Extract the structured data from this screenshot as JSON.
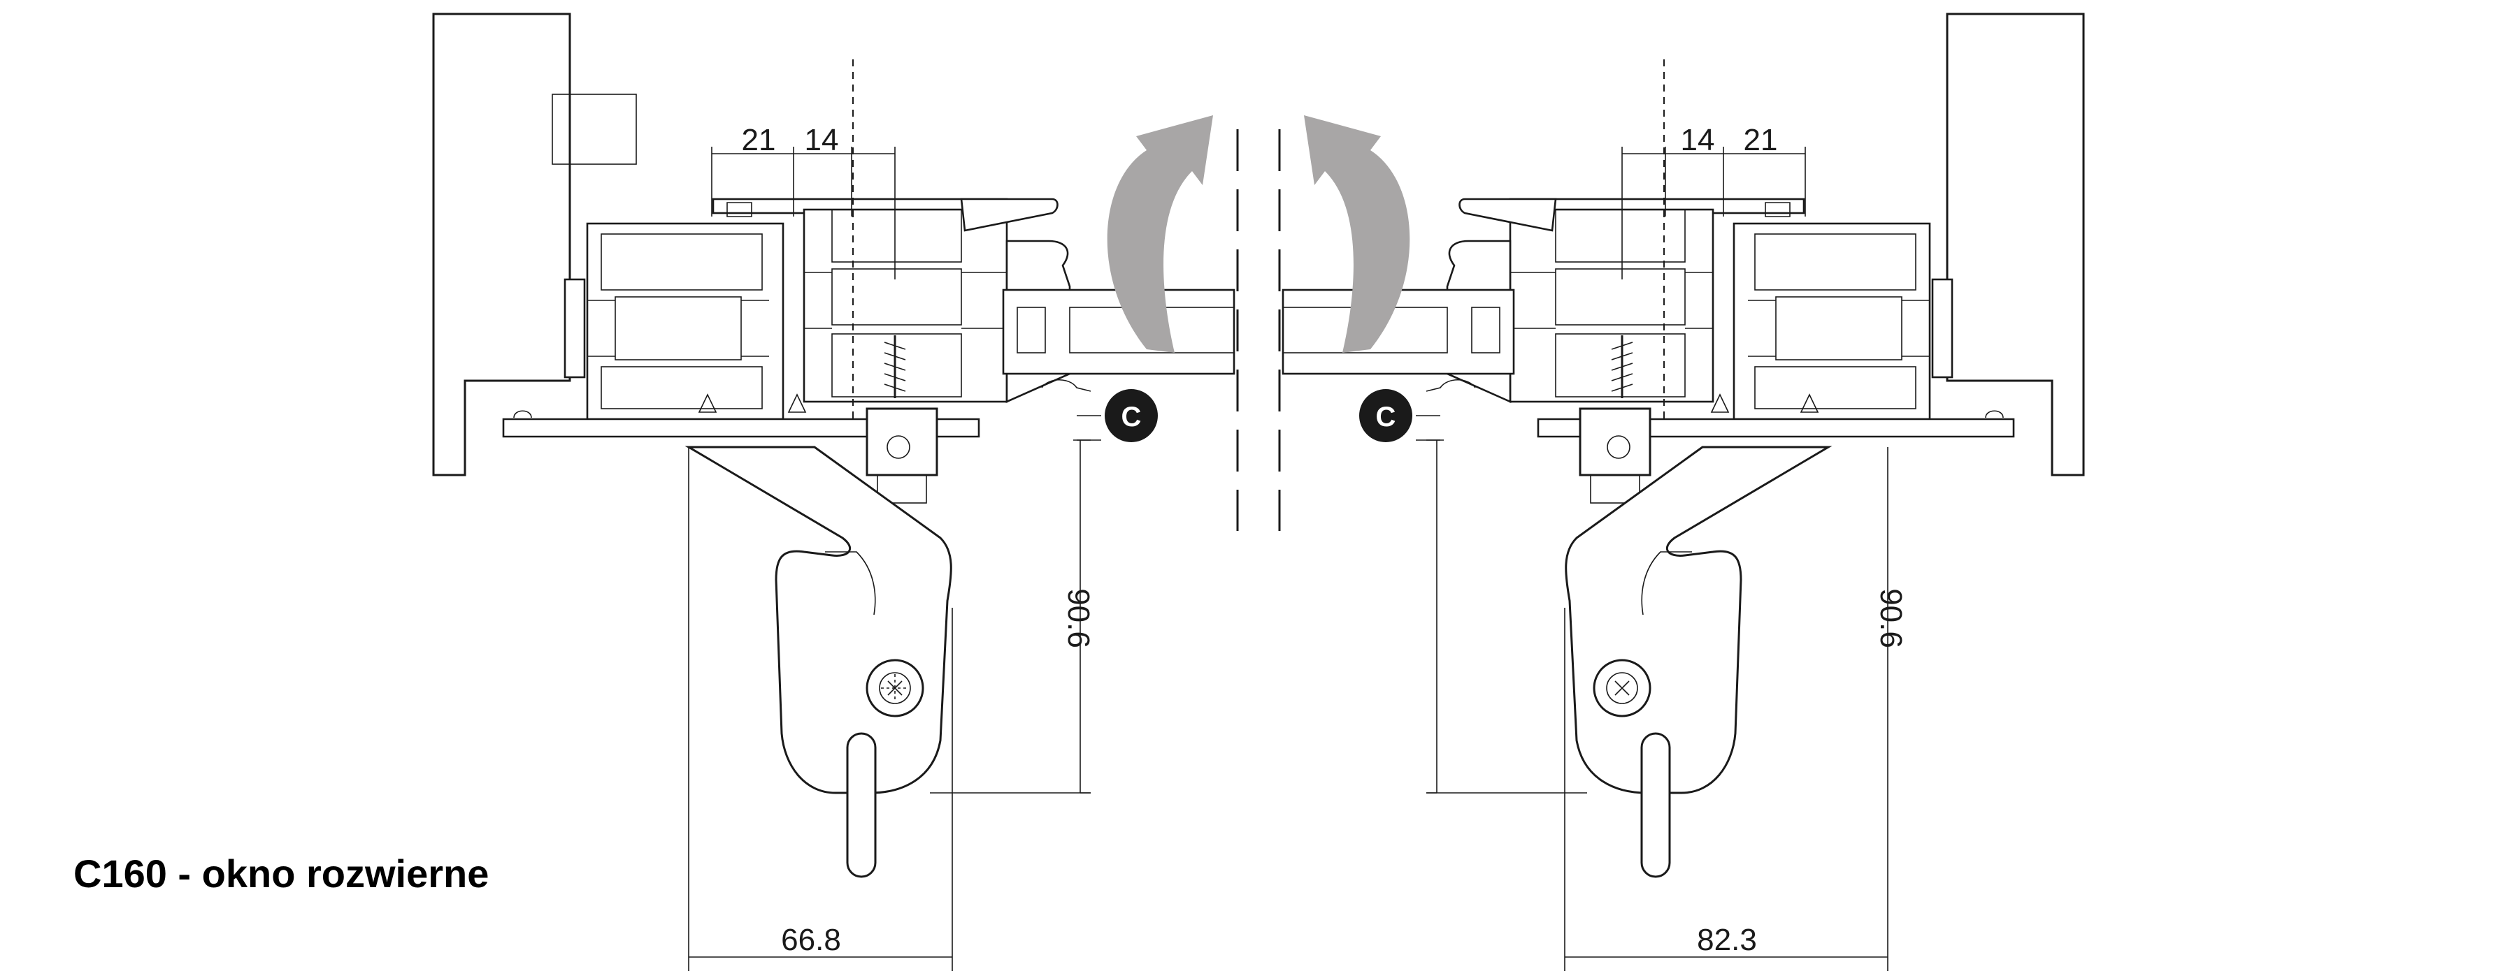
{
  "title": "C160 - okno rozwierne",
  "left": {
    "dims": {
      "top_a": "21",
      "top_b": "14",
      "vertical": "90.6",
      "bottom": "66.8"
    },
    "badge": "C"
  },
  "right": {
    "dims": {
      "top_a": "14",
      "top_b": "21",
      "vertical": "90.6",
      "bottom": "82.3"
    },
    "badge": "C"
  },
  "colors": {
    "line": "#1a1a1a",
    "arrow": "#a8a6a6",
    "badge": "#1a1a1a",
    "background": "#ffffff"
  }
}
